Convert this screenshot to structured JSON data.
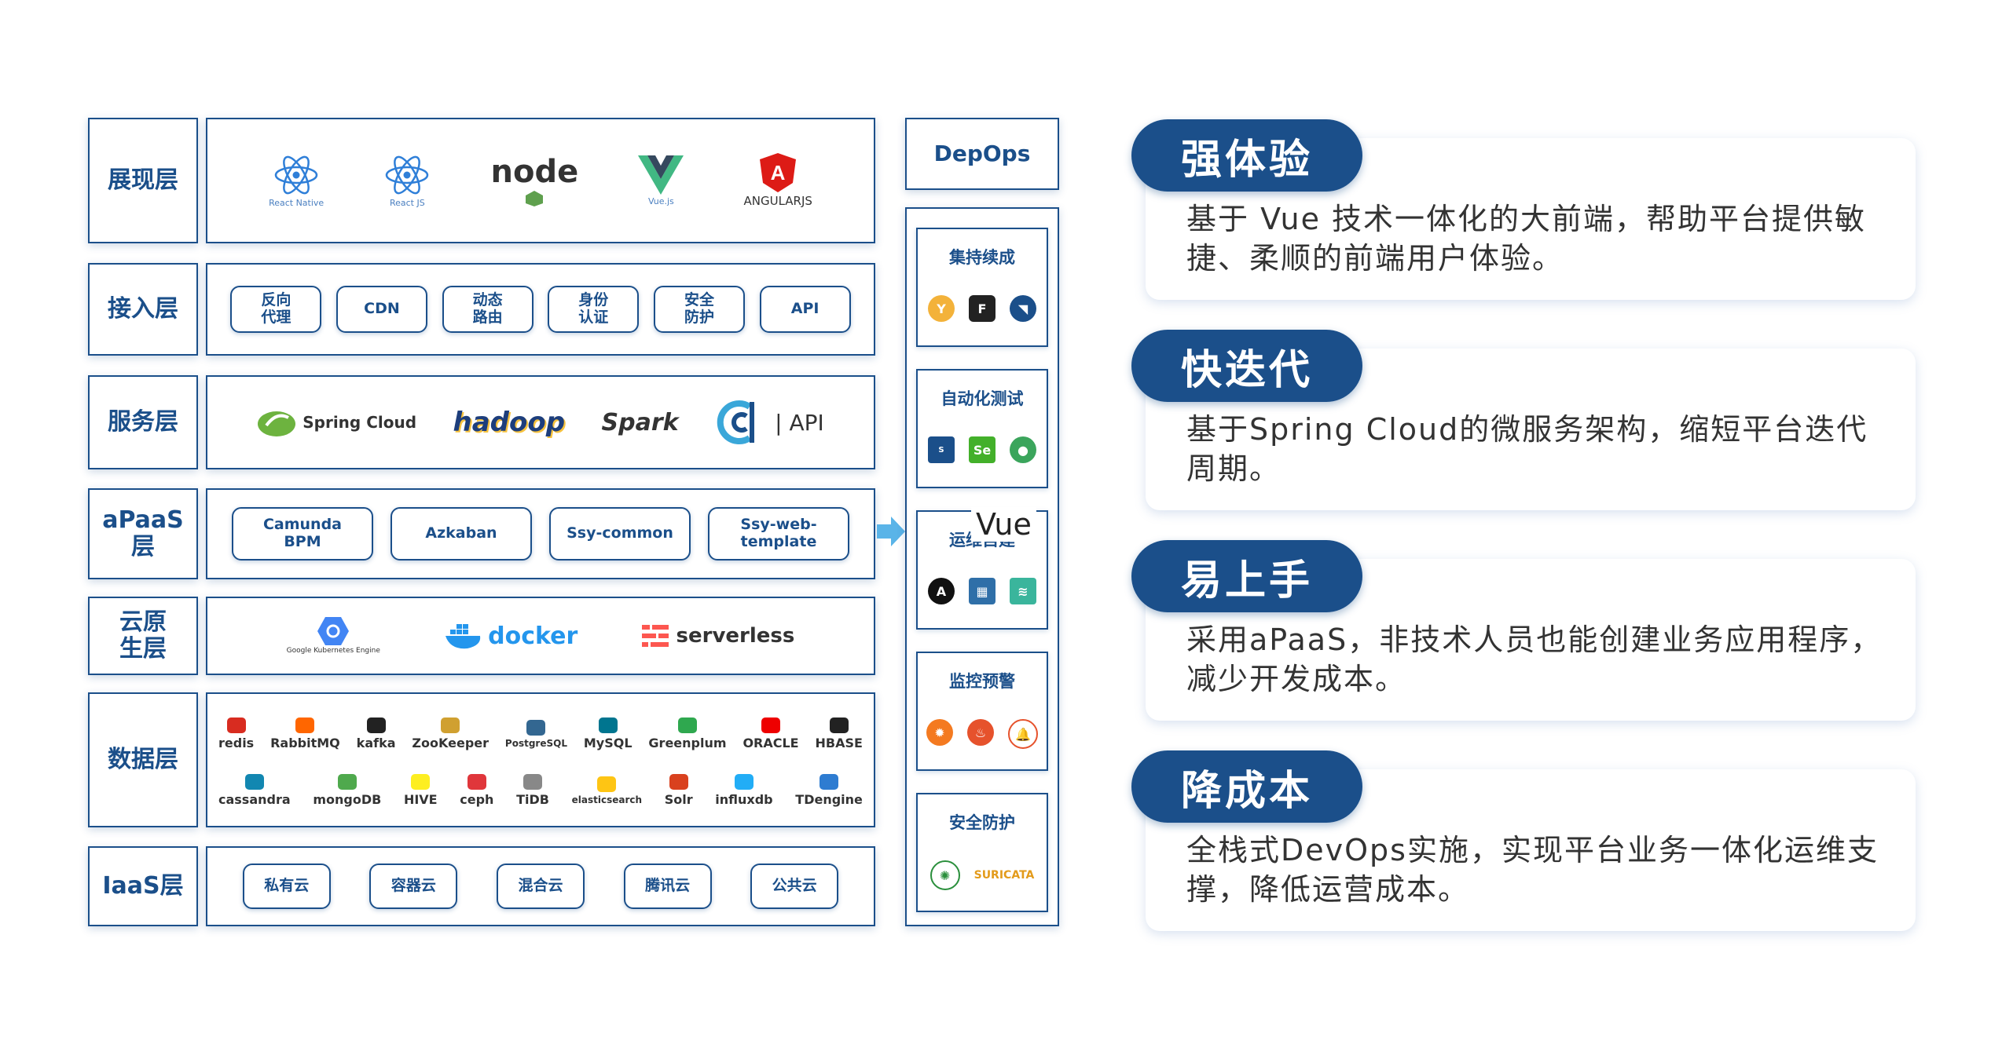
{
  "layers": [
    {
      "label": "展现层"
    },
    {
      "label": "接入层",
      "chips": [
        "反向\n代理",
        "CDN",
        "动态\n路由",
        "身份\n认证",
        "安全\n防护",
        "API"
      ]
    },
    {
      "label": "服务层"
    },
    {
      "label": "aPaaS\n层",
      "chips": [
        "Camunda\nBPM",
        "Azkaban",
        "Ssy-common",
        "Ssy-web-\ntemplate"
      ]
    },
    {
      "label": "云原\n生层"
    },
    {
      "label": "数据层"
    },
    {
      "label": "IaaS层",
      "chips": [
        "私有云",
        "容器云",
        "混合云",
        "腾讯云",
        "公共云"
      ]
    }
  ],
  "presentation_logos": [
    {
      "name": "React Native",
      "caption": "React Native"
    },
    {
      "name": "React JS",
      "caption": "React JS"
    },
    {
      "name": "node",
      "caption": "node"
    },
    {
      "name": "Vue.js",
      "caption": "Vue.js"
    },
    {
      "name": "Angular",
      "caption": "ANGULARJS"
    }
  ],
  "service_logos": [
    "Spring Cloud",
    "hadoop",
    "Spark",
    "| API"
  ],
  "cloud_logos": [
    "Google Kubernetes Engine",
    "docker",
    "serverless"
  ],
  "data_logos_row1": [
    "redis",
    "RabbitMQ",
    "kafka",
    "ZooKeeper",
    "PostgreSQL",
    "MySQL",
    "Greenplum",
    "ORACLE",
    "HBASE"
  ],
  "data_logos_row2": [
    "cassandra",
    "mongoDB",
    "HIVE",
    "ceph",
    "TiDB",
    "elasticsearch",
    "Solr",
    "influxdb",
    "TDengine"
  ],
  "devops": {
    "title": "DepOps",
    "sections": [
      {
        "title": "集持续成"
      },
      {
        "title": "自动化测试"
      },
      {
        "title": "运维自建",
        "overlay": "Vue"
      },
      {
        "title": "监控预警"
      },
      {
        "title": "安全防护",
        "logo": "SURICATA"
      }
    ]
  },
  "cards": [
    {
      "title": "强体验",
      "text": "基于 Vue 技术一体化的大前端，帮助平台提供敏捷、柔顺的前端用户体验。"
    },
    {
      "title": "快迭代",
      "text": "基于Spring Cloud的微服务架构，缩短平台迭代周期。"
    },
    {
      "title": "易上手",
      "text": "采用aPaaS，非技术人员也能创建业务应用程序，减少开发成本。"
    },
    {
      "title": "降成本",
      "text": "全栈式DevOps实施，实现平台业务一体化运维支撑，降低运营成本。"
    }
  ],
  "colors": {
    "primary": "#1b4f8a",
    "arrow": "#5ab4e8"
  }
}
